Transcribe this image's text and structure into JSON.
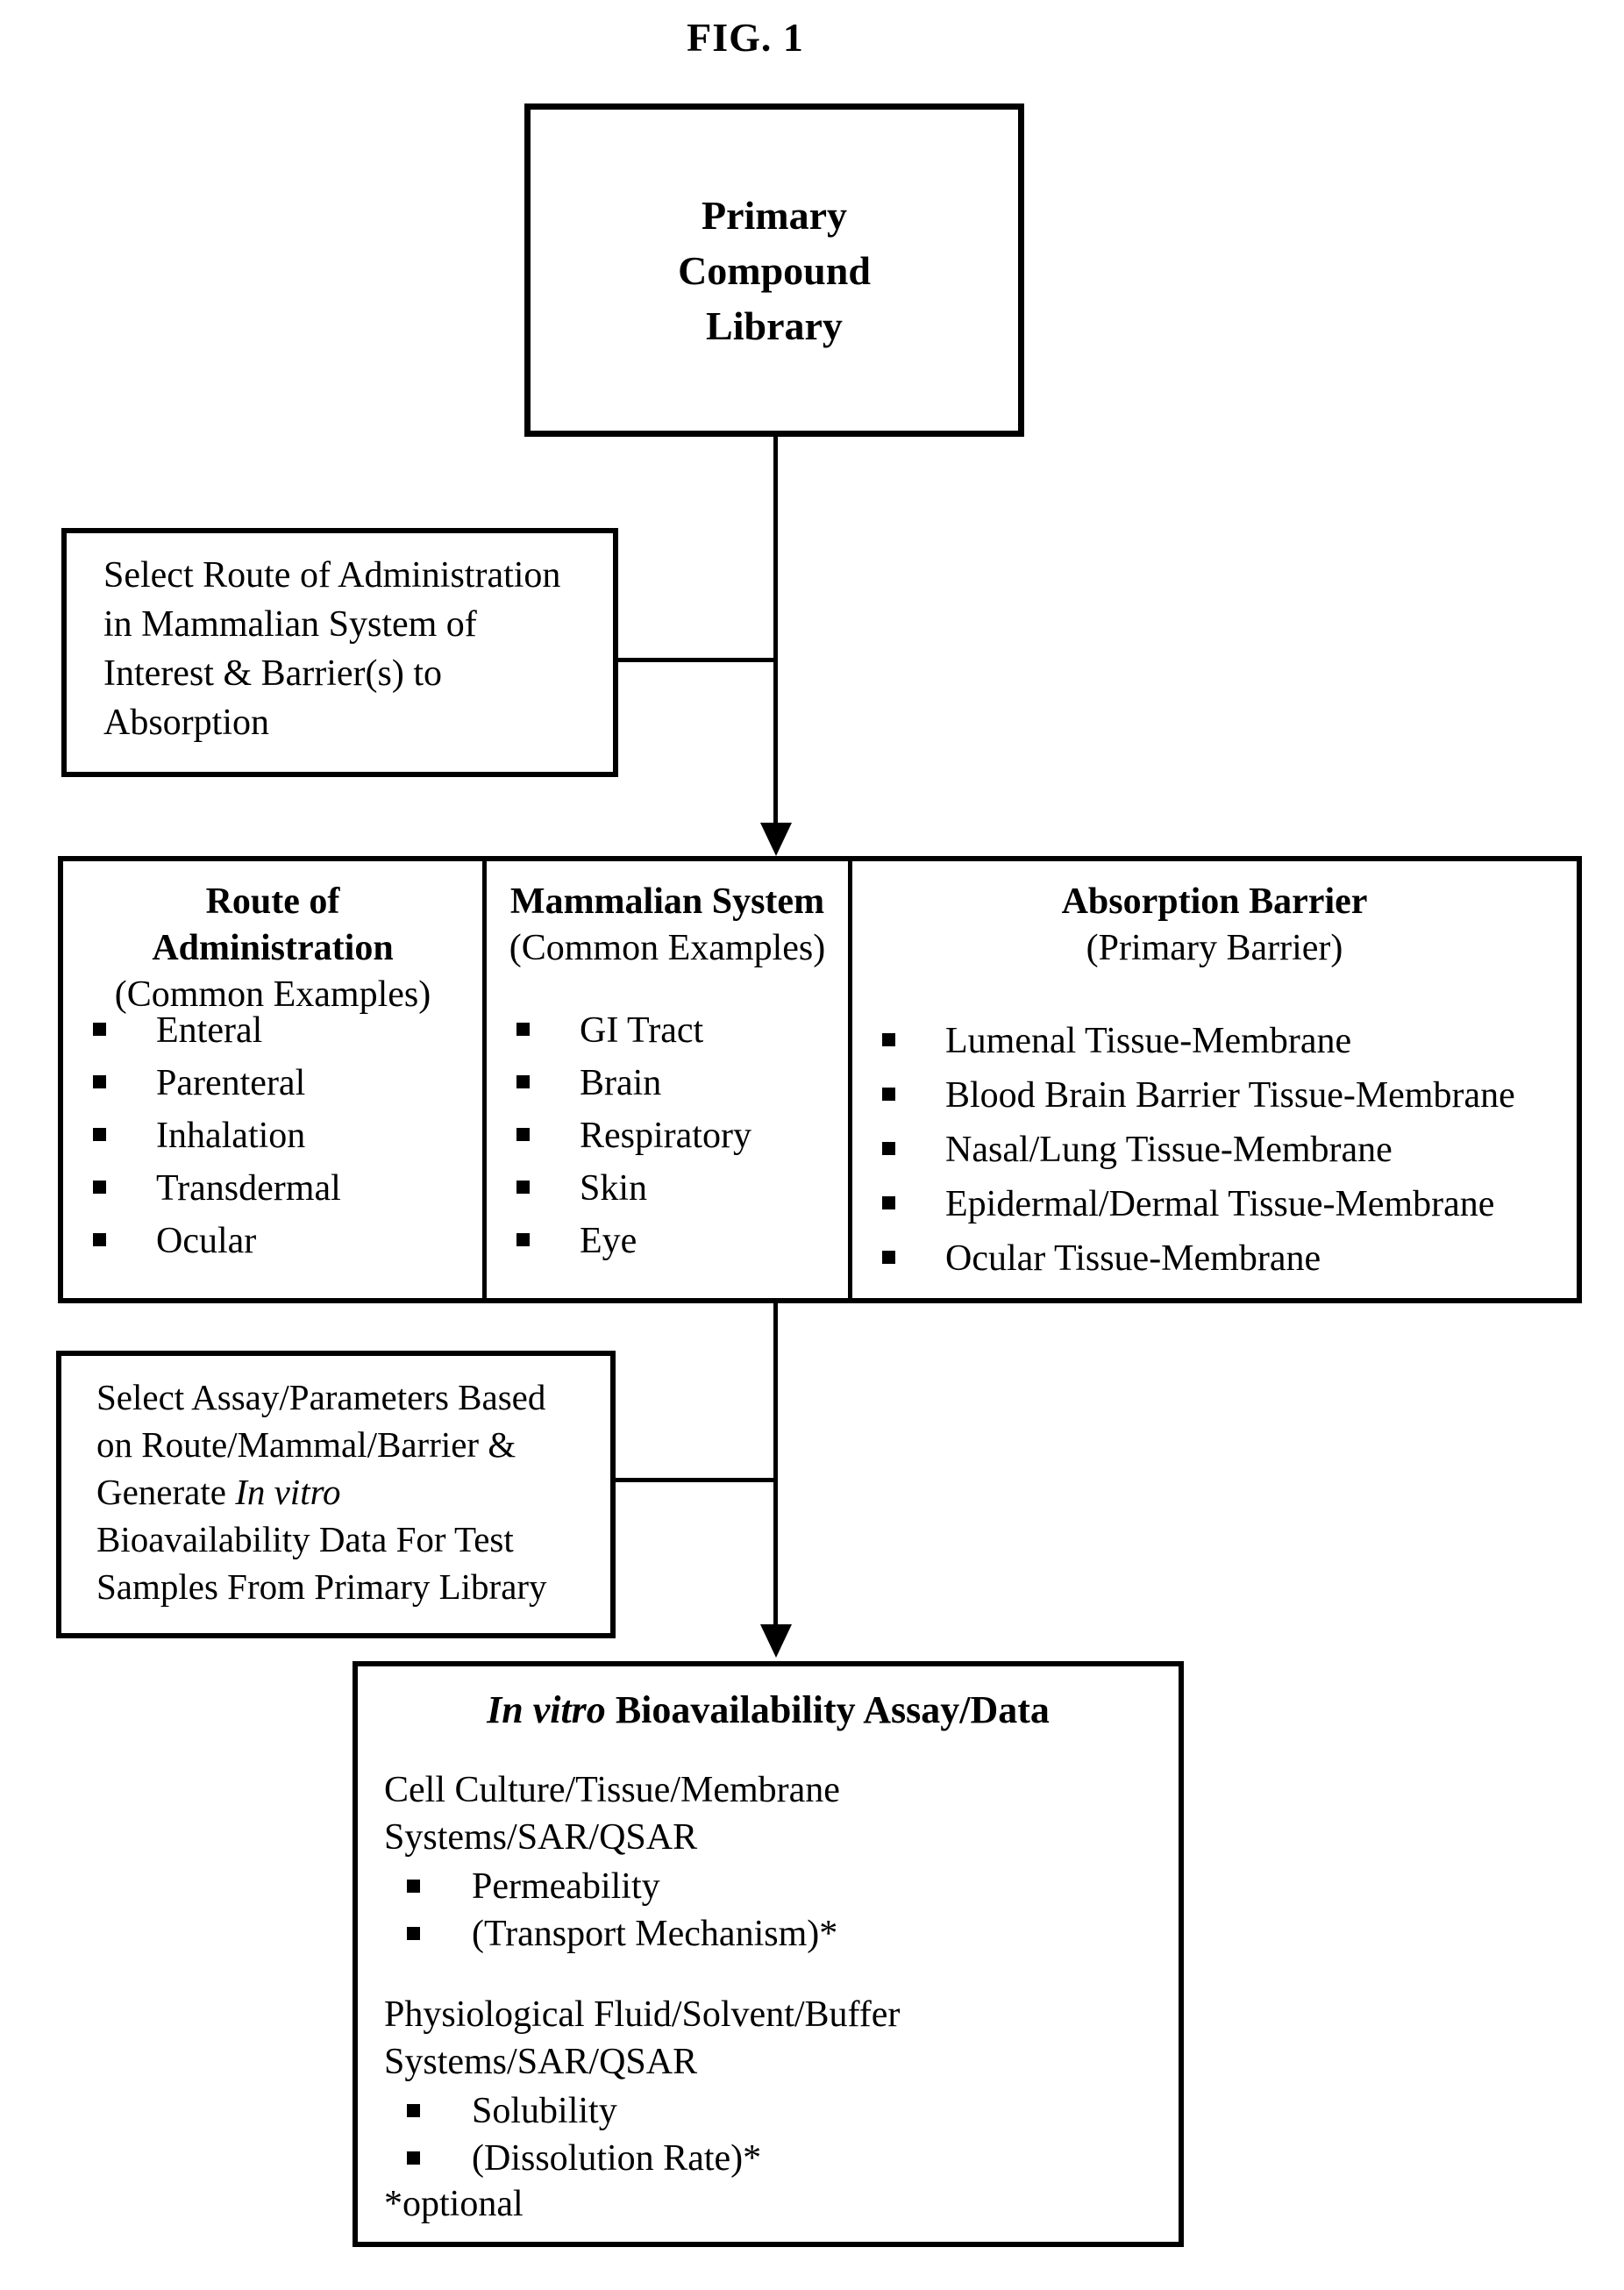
{
  "figure_label": "FIG. 1",
  "primary_box": {
    "line1": "Primary",
    "line2": "Compound",
    "line3": "Library"
  },
  "select_route_box": {
    "line1": "Select Route of Administration",
    "line2": "in Mammalian System of",
    "line3": "Interest & Barrier(s) to",
    "line4": "Absorption"
  },
  "table": {
    "columns": [
      {
        "header_line1": "Route of",
        "header_line2": "Administration",
        "subheader": "(Common Examples)",
        "items": [
          "Enteral",
          "Parenteral",
          "Inhalation",
          "Transdermal",
          "Ocular"
        ]
      },
      {
        "header_line1": "Mammalian System",
        "subheader": "(Common Examples)",
        "items": [
          "GI Tract",
          "Brain",
          "Respiratory",
          "Skin",
          "Eye"
        ]
      },
      {
        "header_line1": "Absorption Barrier",
        "subheader": "(Primary Barrier)",
        "items": [
          "Lumenal Tissue-Membrane",
          "Blood Brain Barrier Tissue-Membrane",
          "Nasal/Lung Tissue-Membrane",
          "Epidermal/Dermal Tissue-Membrane",
          "Ocular Tissue-Membrane"
        ]
      }
    ]
  },
  "select_assay_box": {
    "line1": "Select Assay/Parameters Based",
    "line2": "on Route/Mammal/Barrier &",
    "line3_regular": "Generate ",
    "line3_italic": "In vitro",
    "line4": "Bioavailability Data For Test",
    "line5": "Samples From Primary Library"
  },
  "invitro_box": {
    "title_italic": "In vitro",
    "title_rest": " Bioavailability Assay/Data",
    "section1_line1": "Cell Culture/Tissue/Membrane",
    "section1_line2": "Systems/SAR/QSAR",
    "section1_items": [
      "Permeability",
      "(Transport Mechanism)*"
    ],
    "section2_line1": "Physiological Fluid/Solvent/Buffer",
    "section2_line2": "Systems/SAR/QSAR",
    "section2_items": [
      "Solubility",
      "(Dissolution Rate)*"
    ],
    "footnote": "*optional"
  },
  "colors": {
    "ink": "#000000",
    "paper": "#ffffff"
  }
}
